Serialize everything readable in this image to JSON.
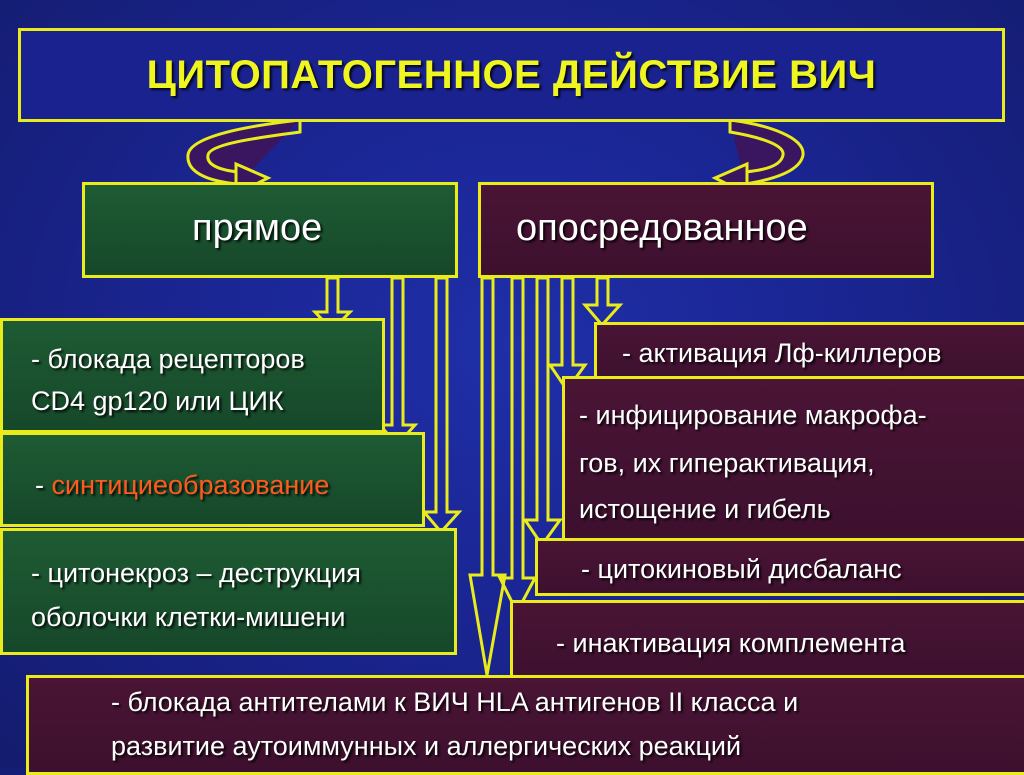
{
  "title": "ЦИТОПАТОГЕННОЕ ДЕЙСТВИЕ ВИЧ",
  "categories": {
    "direct": "прямое",
    "mediated": "опосредованное"
  },
  "direct_items": {
    "item1_line1": "- блокада рецепторов",
    "item1_line2": "CD4  gp120 или ЦИК",
    "item2_prefix": "- ",
    "item2_text": "синтициеобразование",
    "item3_line1": "- цитонекроз – деструкция",
    "item3_line2": "оболочки клетки-мишени"
  },
  "mediated_items": {
    "item1": "- активация Лф-киллеров",
    "item2_line1": "- инфицирование макрофа-",
    "item2_line2": "гов, их гиперактивация,",
    "item2_line3": "истощение и гибель",
    "item3": "- цитокиновый  дисбаланс",
    "item4": "- инактивация комплемента"
  },
  "shared_item": {
    "line1": "- блокада антителами к ВИЧ HLA антигенов II класса и",
    "line2": "развитие аутоиммунных и аллергических реакций"
  },
  "colors": {
    "border": "#e9ec1a",
    "title_text": "#eef51f",
    "green_box": "#1a5030",
    "maroon_box": "#421232",
    "highlight_text": "#ff5a1e"
  }
}
